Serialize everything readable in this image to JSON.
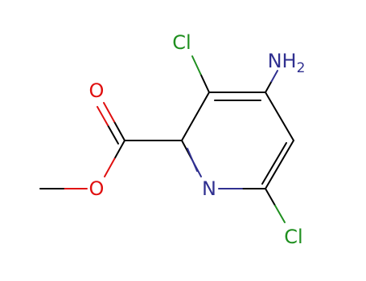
{
  "molecule": {
    "atoms": {
      "amine": {
        "symbol": "NH",
        "subscript": "2",
        "color": "#303090"
      },
      "chloro_3": {
        "symbol": "Cl",
        "color": "#1f8f1f"
      },
      "chloro_6": {
        "symbol": "Cl",
        "color": "#1f8f1f"
      },
      "ring_nitrogen": {
        "symbol": "N",
        "color": "#303090"
      },
      "carbonyl_oxygen": {
        "symbol": "O",
        "color": "#e01010"
      },
      "ester_oxygen": {
        "symbol": "O",
        "color": "#e01010"
      }
    },
    "bond_color": "#000000"
  }
}
